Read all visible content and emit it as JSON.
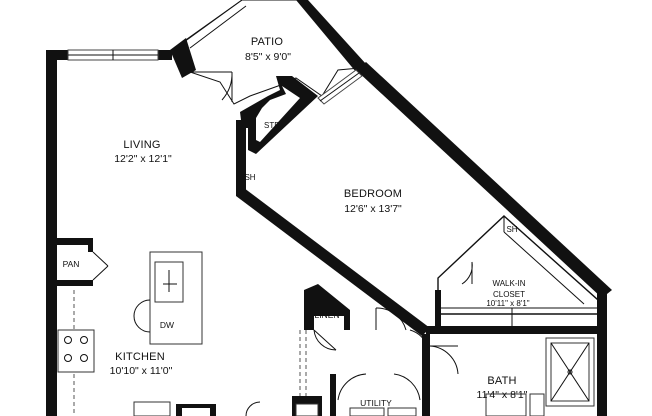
{
  "rooms": {
    "patio": {
      "name": "PATIO",
      "dims": "8'5\" x 9'0\""
    },
    "living": {
      "name": "LIVING",
      "dims": "12'2\" x 12'1\""
    },
    "bedroom": {
      "name": "BEDROOM",
      "dims": "12'6\" x 13'7\""
    },
    "kitchen": {
      "name": "KITCHEN",
      "dims": "10'10\" x 11'0\""
    },
    "bath": {
      "name": "BATH",
      "dims": "11'4\" x 8'1\""
    },
    "closet": {
      "name_line1": "WALK-IN",
      "name_line2": "CLOSET",
      "dims": "10'11\" x 8'1\""
    }
  },
  "labels": {
    "storage": "STR",
    "shelf_living": "SH",
    "shelf_closet": "SH",
    "pantry": "PAN",
    "dishwasher": "DW",
    "linen": "LINEN",
    "utility": "UTILITY"
  }
}
